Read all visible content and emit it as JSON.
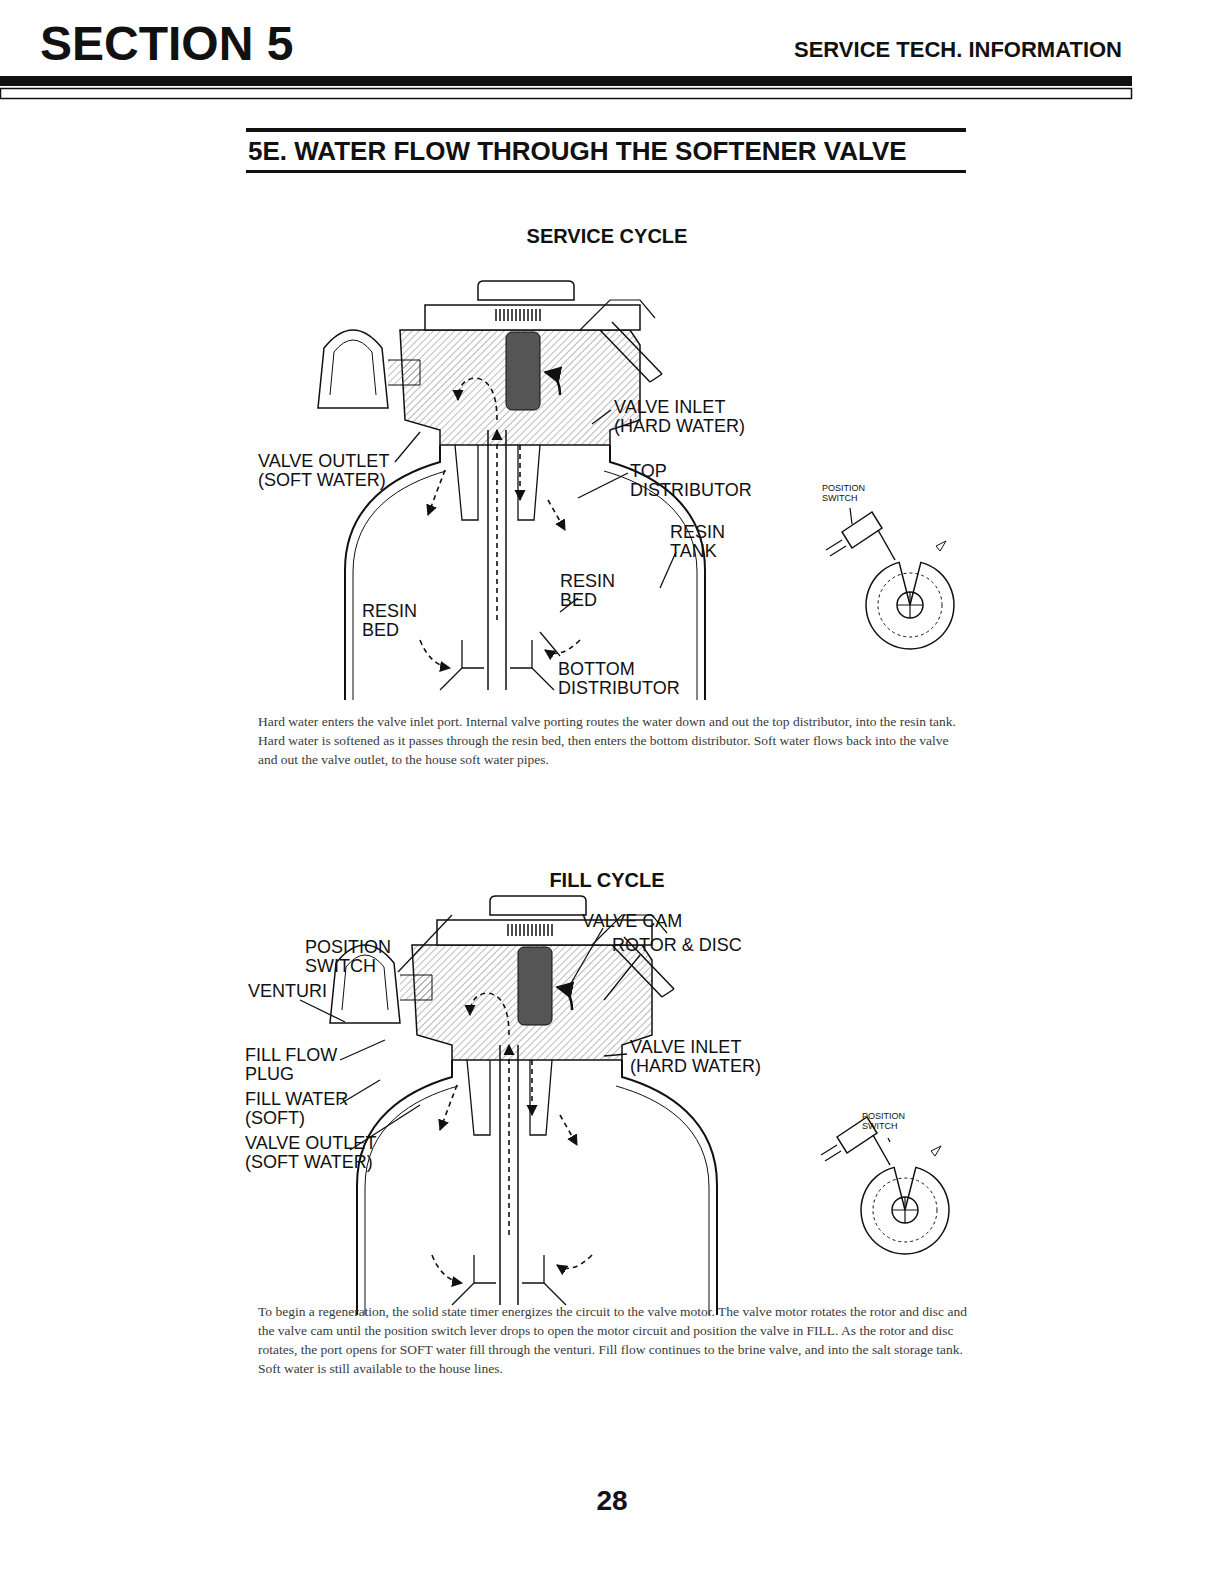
{
  "diagram": {
    "title": "5E. WATER FLOW THROUGH THE SOFTENER VALVE",
    "labels": [
      "SECTION 5",
      "SERVICE TECH. INFORMATION",
      "SERVICE CYCLE",
      "VALVE INLET (HARD WATER)",
      "VALVE OUTLET (SOFT WATER)",
      "TOP DISTRIBUTOR",
      "RESIN TANK",
      "RESIN BED",
      "RESIN BED",
      "BOTTOM DISTRIBUTOR",
      "POSITION SWITCH",
      "Hard water enters the valve inlet port. Internal valve porting routes the water down and out the top distributor, into the resin tank. Hard water is softened as it passes through the resin bed, then enters the bottom distributor. Soft water flows back into the valve and out the valve outlet, to the house soft water pipes.",
      "FILL CYCLE",
      "VALVE CAM",
      "ROTOR & DISC",
      "POSITION SWITCH",
      "VENTURI",
      "FILL FLOW PLUG",
      "FILL WATER (SOFT)",
      "VALVE OUTLET (SOFT WATER)",
      "VALVE INLET (HARD WATER)",
      "POSITION SWITCH",
      "To begin a regeneration, the solid state timer energizes the circuit to the valve motor. The valve motor rotates the rotor and disc and the valve cam until the position switch lever drops to open the motor circuit and position the valve in FILL. As the rotor and disc rotates, the port opens for SOFT water fill through the venturi. Fill flow continues to the brine valve, and into the salt storage tank. Soft water is still available to the house lines.",
      "28"
    ]
  }
}
